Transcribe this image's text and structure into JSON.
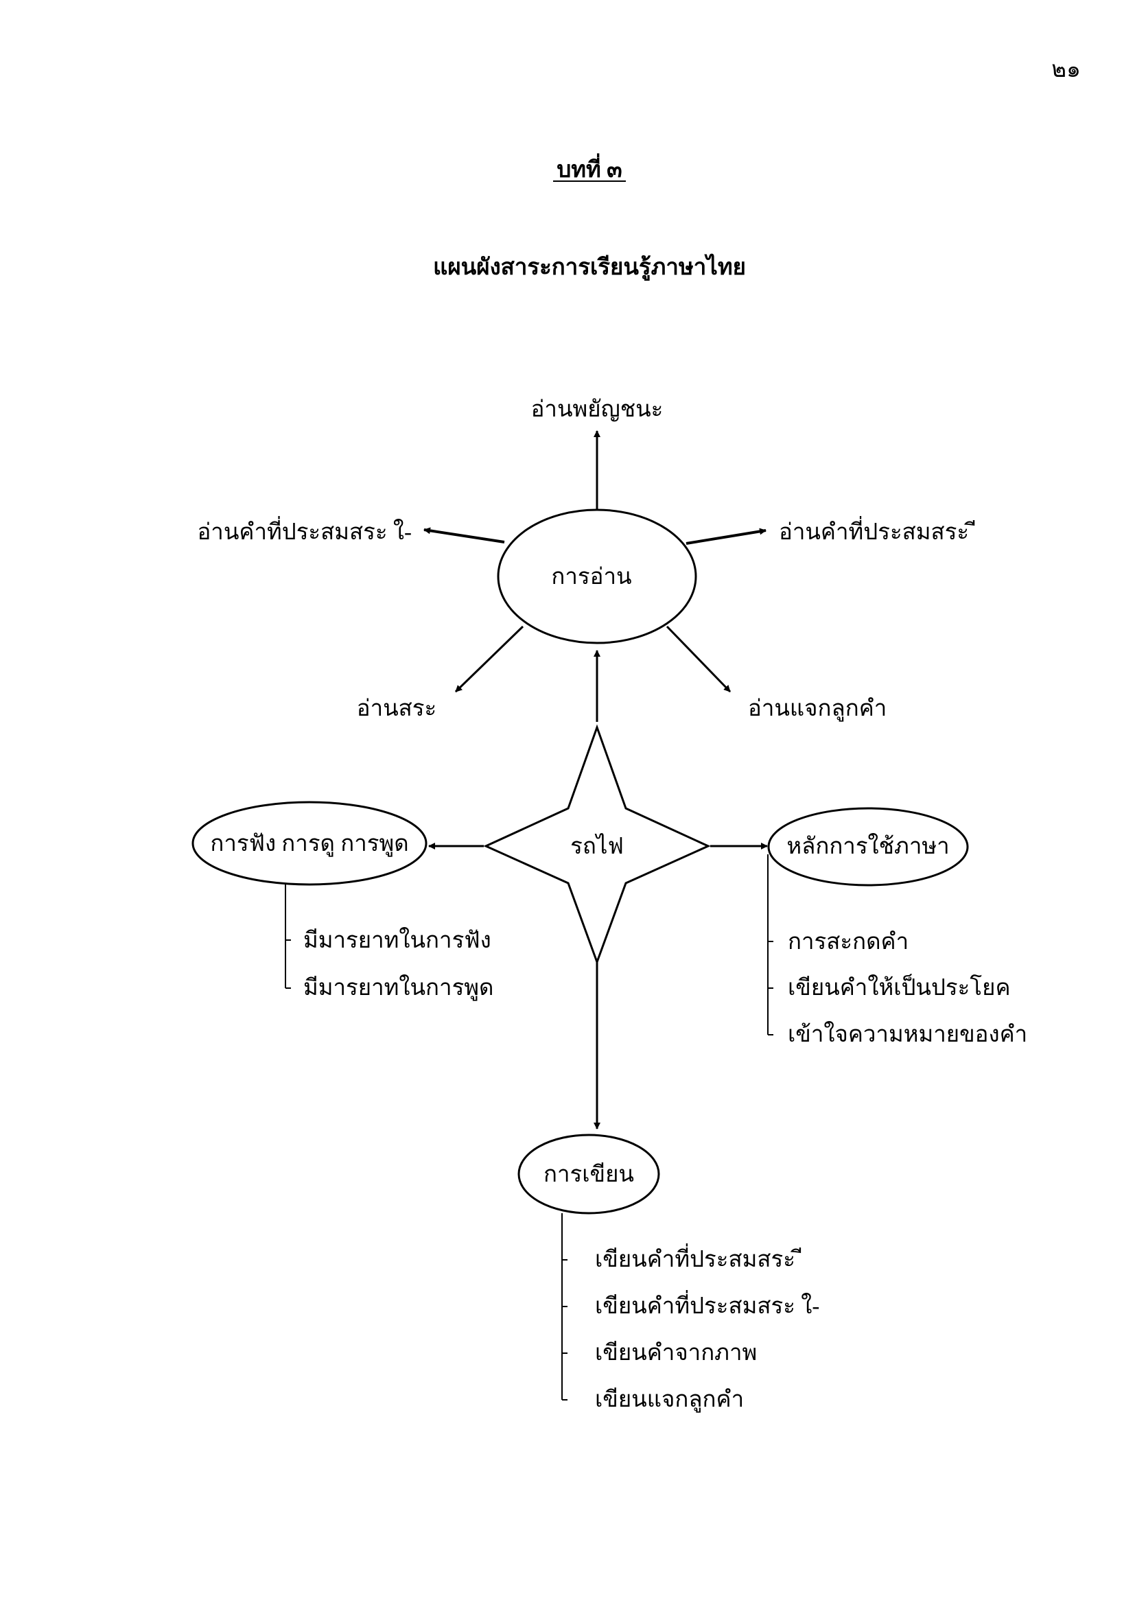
{
  "page_number": "๒๑",
  "chapter_title": "บทที่ ๓",
  "subtitle": "แผนผังสาระการเรียนรู้ภาษาไทย",
  "center": {
    "label": "รถไฟ"
  },
  "reading": {
    "label": "การอ่าน",
    "branches": {
      "top": "อ่านพยัญชนะ",
      "left": "อ่านคำที่ประสมสระ ใ-",
      "right": "อ่านคำที่ประสมสระ ี",
      "lower_left": "อ่านสระ",
      "lower_right": "อ่านแจกลูกคำ"
    }
  },
  "listening": {
    "label": "การฟัง การดู การพูด",
    "items": [
      "มีมารยาทในการฟัง",
      "มีมารยาทในการพูด"
    ]
  },
  "language_principles": {
    "label": "หลักการใช้ภาษา",
    "items": [
      "การสะกดคำ",
      "เขียนคำให้เป็นประโยค",
      "เข้าใจความหมายของคำ"
    ]
  },
  "writing": {
    "label": "การเขียน",
    "items": [
      "เขียนคำที่ประสมสระ ี",
      "เขียนคำที่ประสมสระ ใ-",
      "เขียนคำจากภาพ",
      "เขียนแจกลูกคำ"
    ]
  }
}
